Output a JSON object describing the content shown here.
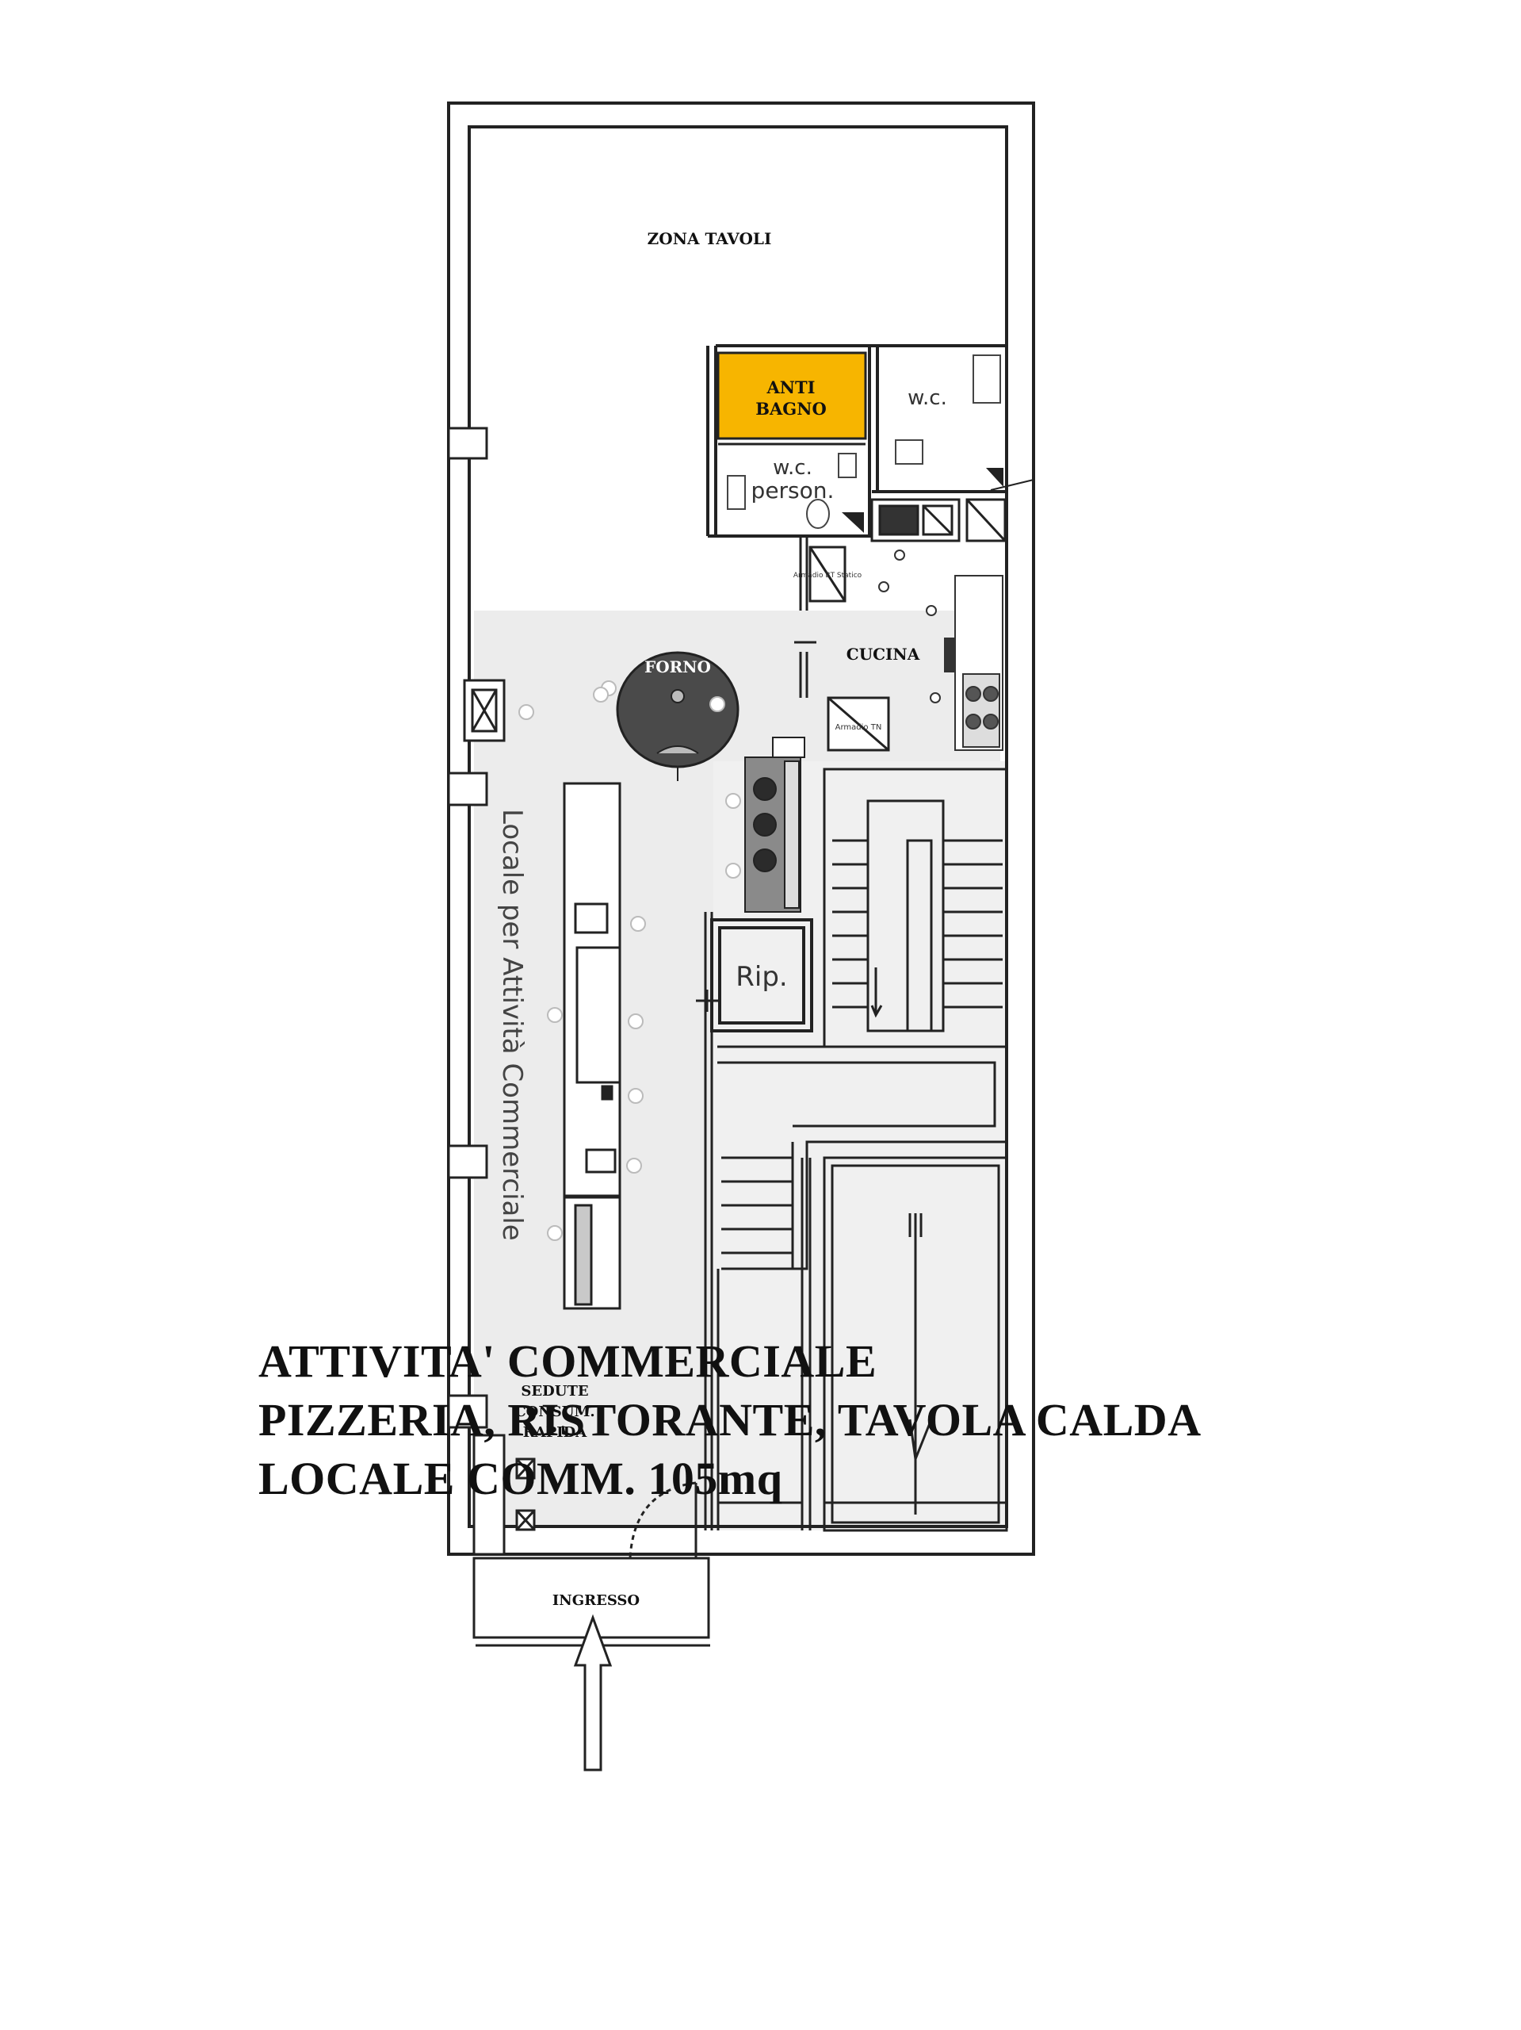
{
  "labels": {
    "zona_tavoli": "ZONA TAVOLI",
    "anti_bagno_1": "ANTI",
    "anti_bagno_2": "BAGNO",
    "wc": "w.c.",
    "wc_person_1": "w.c.",
    "wc_person_2": "person.",
    "armadio_bt": "Armadio BT Statico",
    "forno": "FORNO",
    "cucina": "CUCINA",
    "armadio_tn": "Armadio TN",
    "rip": "Rip.",
    "locale": "Locale per Attività Commerciale",
    "sedute_1": "SEDUTE",
    "sedute_2": "CONSUM.",
    "sedute_3": "RAPIDA",
    "ingresso": "INGRESSO"
  },
  "caption": {
    "line1": "ATTIVITA' COMMERCIALE",
    "line2": "PIZZERIA, RISTORANTE, TAVOLA CALDA",
    "line3": "LOCALE COMM. 105mq"
  },
  "colors": {
    "anti_bagno_fill": "#f7b500",
    "shaded_floor": "#ececec",
    "wall": "#222222"
  }
}
